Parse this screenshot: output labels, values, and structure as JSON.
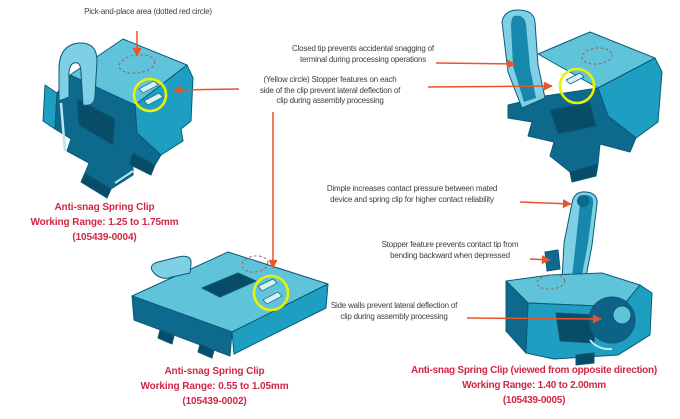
{
  "colors": {
    "leader_line": "#e8542b",
    "caption_text": "#d02745",
    "annotation_text": "#3d3d3d",
    "highlight_circle": "#e9f200",
    "dotted_circle": "#a85a50",
    "clip_base": "#1e9ec0",
    "clip_light": "#5fc3da",
    "clip_dark": "#0d6a8d",
    "clip_darker": "#084d68"
  },
  "labels": {
    "pick_and_place": "Pick-and-place area (dotted red circle)",
    "closed_tip": "Closed tip prevents accidental snagging of\nterminal during processing operations",
    "yellow_circle_stopper": "(Yellow circle) Stopper features on each\nside of the clip prevent lateral deflection of\nclip during assembly processing",
    "dimple": "Dimple increases contact pressure between mated\ndevice and spring clip for higher contact reliability",
    "stopper_feature": "Stopper feature prevents contact tip from\nbending backward when depressed",
    "side_walls": "Side walls prevent lateral deflection of\nclip during assembly processing"
  },
  "captions": [
    {
      "title": "Anti-snag Spring Clip",
      "range": "Working Range: 1.25 to 1.75mm",
      "part": "(105439-0004)"
    },
    {
      "title": "Anti-snag Spring Clip",
      "range": "Working Range: 0.55 to 1.05mm",
      "part": "(105439-0002)"
    },
    {
      "title": "Anti-snag Spring Clip (viewed from opposite direction)",
      "range": "Working Range: 1.40 to 2.00mm",
      "part": "(105439-0005)"
    }
  ]
}
